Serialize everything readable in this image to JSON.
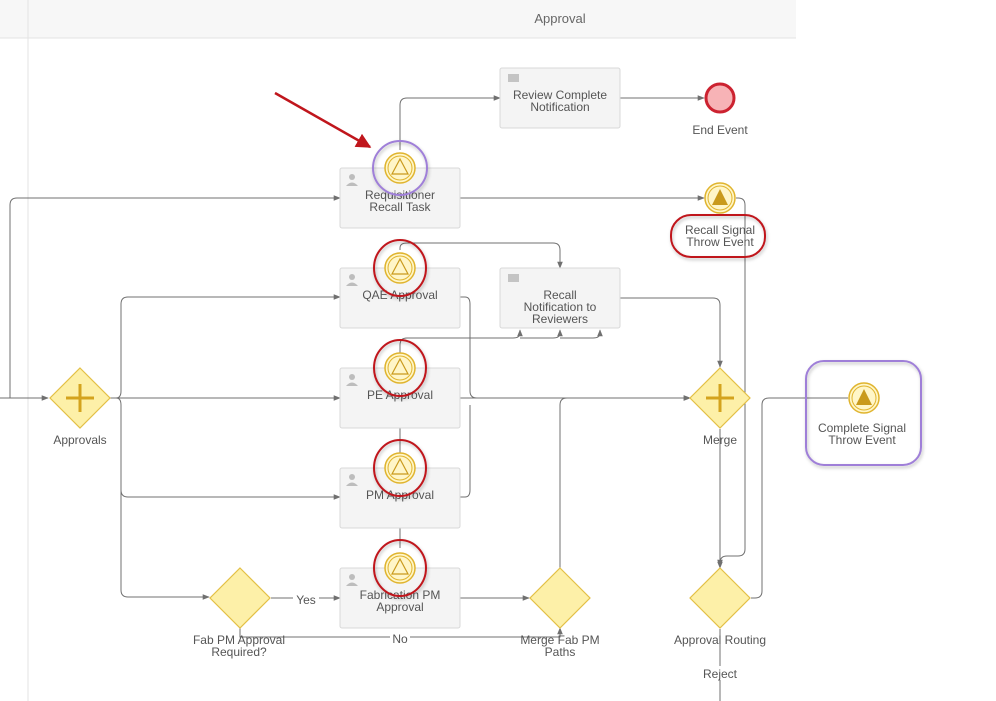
{
  "lane": {
    "title": "Approval"
  },
  "colors": {
    "annotation_red": "#c0161c",
    "highlight_purple": "#9f7fd8",
    "gateway_fill": "#fdf0a8",
    "gateway_stroke": "#e3c045",
    "event_gold": "#e0b42e",
    "end_event": "#cc2230"
  },
  "tasks": {
    "review_complete": {
      "line1": "Review Complete",
      "line2": "Notification",
      "icon": "envelope-icon"
    },
    "requisitioner_recall": {
      "line1": "Requisitioner",
      "line2": "Recall Task",
      "icon": "user-icon"
    },
    "recall_notification": {
      "line1": "Recall",
      "line2": "Notification to",
      "line3": "Reviewers",
      "icon": "envelope-icon"
    },
    "qae_approval": {
      "line1": "QAE Approval",
      "icon": "user-icon"
    },
    "pe_approval": {
      "line1": "PE Approval",
      "icon": "user-icon"
    },
    "pm_approval": {
      "line1": "PM Approval",
      "icon": "user-icon"
    },
    "fabrication_pm": {
      "line1": "Fabrication PM",
      "line2": "Approval",
      "icon": "user-icon"
    }
  },
  "events": {
    "end_event": {
      "label": "End Event"
    },
    "recall_signal_throw": {
      "line1": "Recall Signal",
      "line2": "Throw Event"
    },
    "complete_signal_throw": {
      "line1": "Complete Signal",
      "line2": "Throw Event"
    }
  },
  "gateways": {
    "approvals": {
      "label": "Approvals",
      "kind": "parallel"
    },
    "merge": {
      "label": "Merge",
      "kind": "parallel"
    },
    "fab_pm_required": {
      "line1": "Fab PM Approval",
      "line2": "Required?",
      "kind": "exclusive"
    },
    "merge_fab_pm": {
      "line1": "Merge Fab PM",
      "line2": "Paths",
      "kind": "exclusive"
    },
    "approval_routing": {
      "label": "Approval Routing",
      "kind": "exclusive"
    }
  },
  "flow_labels": {
    "yes": "Yes",
    "no": "No",
    "reject": "Reject"
  }
}
